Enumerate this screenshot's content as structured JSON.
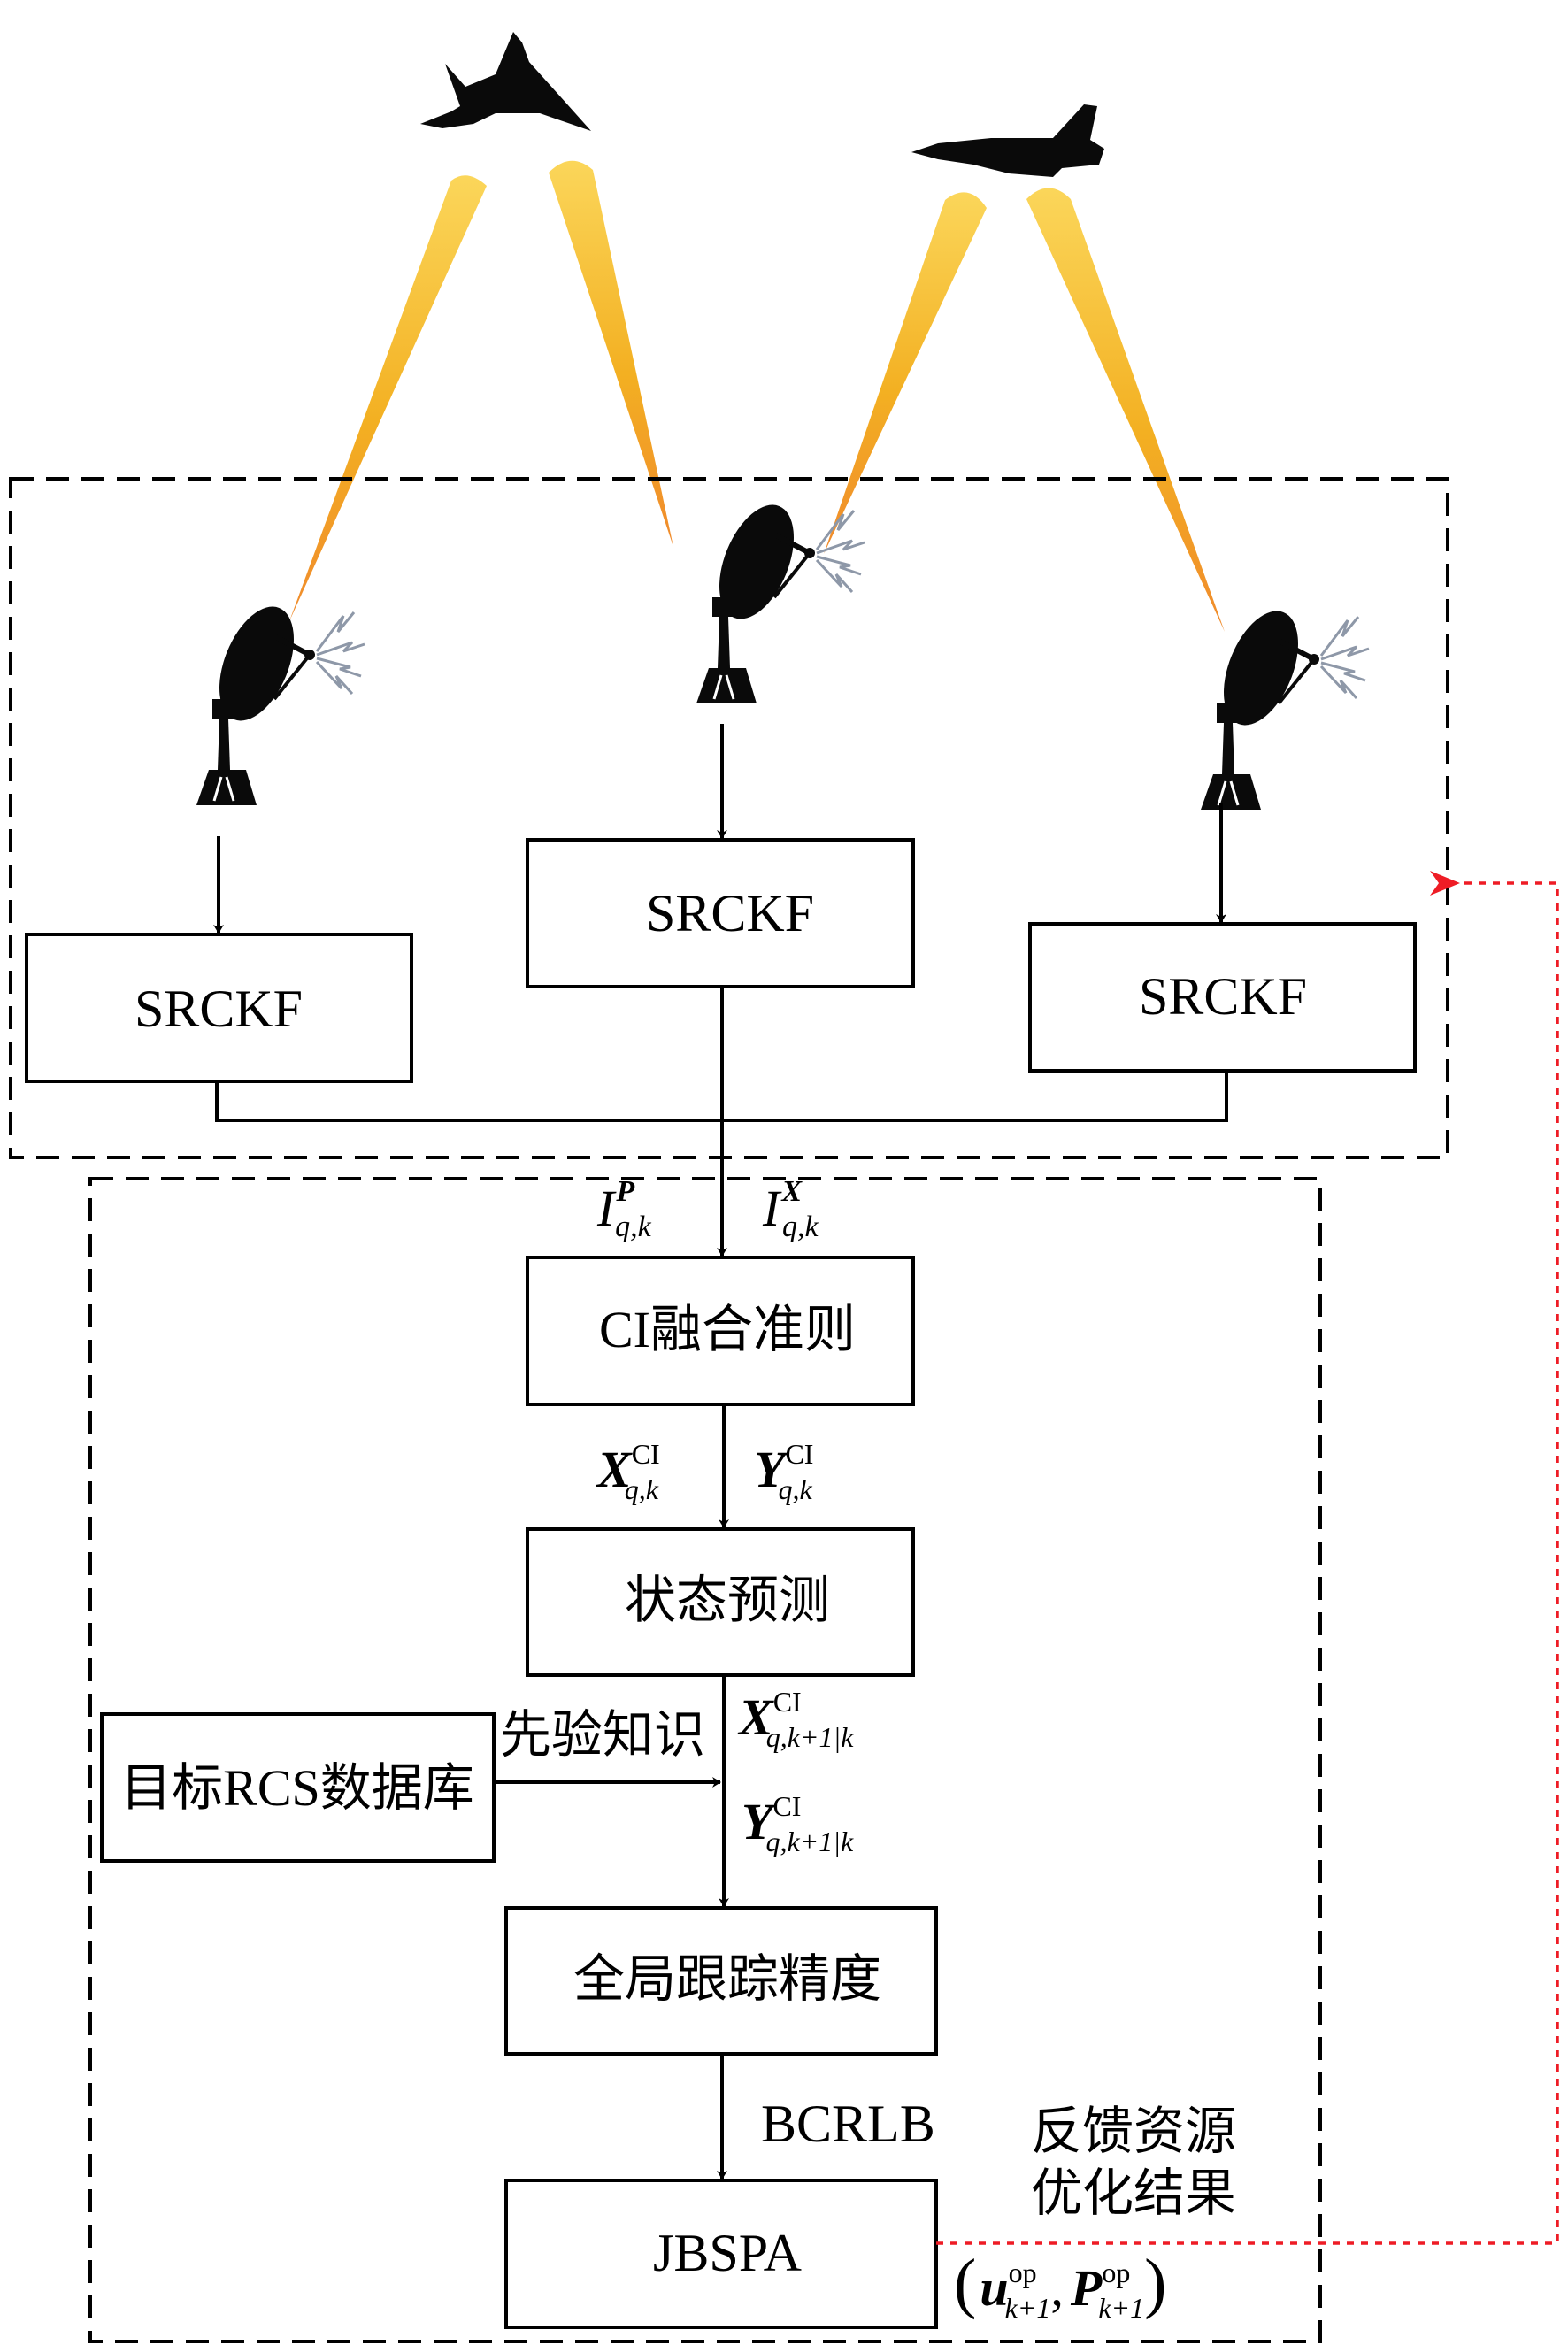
{
  "filters": {
    "left": "SRCKF",
    "middle": "SRCKF",
    "right": "SRCKF"
  },
  "fusion_inputs": {
    "info_matrix": {
      "base": "I",
      "sup": "P",
      "sub": "q,k"
    },
    "info_state": {
      "base": "I",
      "sup": "X",
      "sub": "q,k"
    }
  },
  "ci_fusion": "CI融合准则",
  "ci_outputs": {
    "x": {
      "base": "X",
      "sup": "CI",
      "sub": "q,k"
    },
    "y": {
      "base": "Y",
      "sup": "CI",
      "sub": "q,k"
    }
  },
  "state_prediction": "状态预测",
  "prediction_outputs": {
    "x": {
      "base": "X",
      "sup": "CI",
      "sub": "q,k+1|k"
    },
    "y": {
      "base": "Y",
      "sup": "CI",
      "sub": "q,k+1|k"
    }
  },
  "rcs_database": "目标RCS数据库",
  "prior_knowledge": "先验知识",
  "global_accuracy": "全局跟踪精度",
  "bcrlb": "BCRLB",
  "jbspa": "JBSPA",
  "feedback_label_line1": "反馈资源",
  "feedback_label_line2": "优化结果",
  "result": {
    "open": "(",
    "u": "u",
    "u_sup": "op",
    "u_sub": "k+1",
    "comma": ",",
    "p": "P",
    "p_sup": "op",
    "p_sub": "k+1",
    "close": ")"
  },
  "colors": {
    "feedback": "#ee1c25",
    "beam_start": "#fbd65a",
    "beam_end": "#f08a2c"
  }
}
